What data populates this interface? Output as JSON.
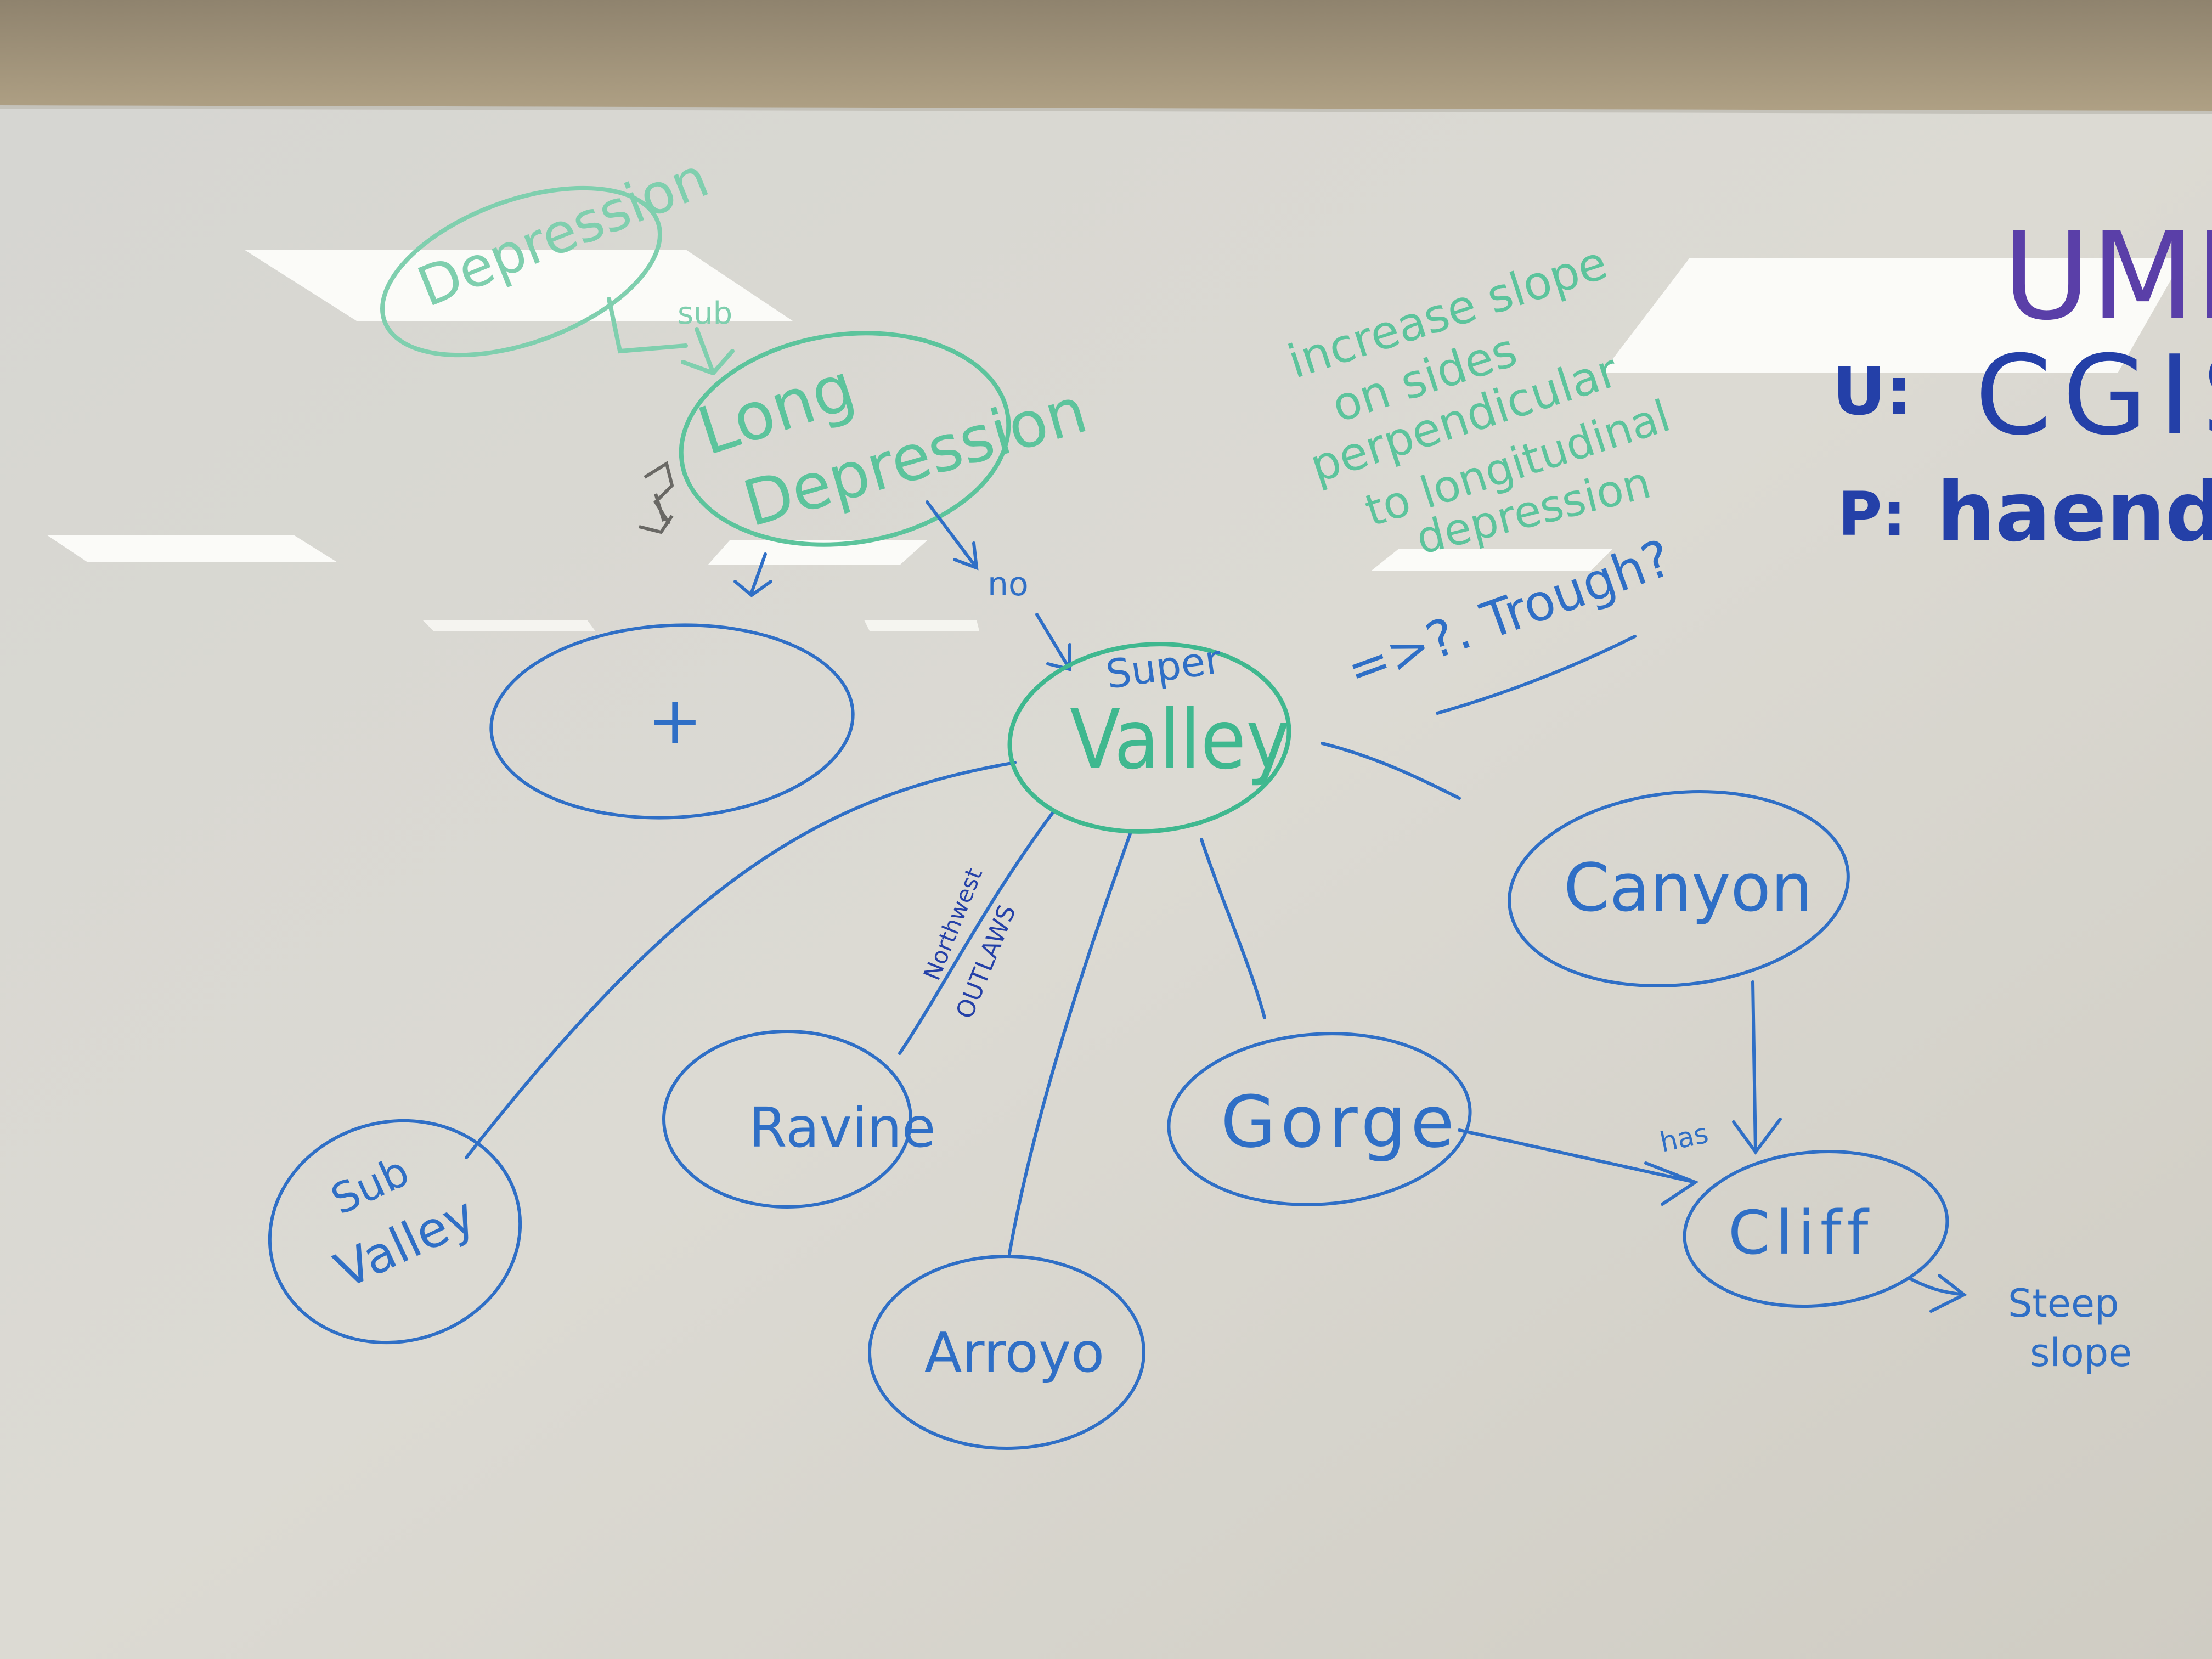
{
  "colors": {
    "wall": "#a39479",
    "board": "#d8d6cf",
    "board_edge": "#c4c2ba",
    "light": "#fbfbf8",
    "blue_marker": "#2f6fc6",
    "dark_blue_marker": "#2440a8",
    "purple_marker": "#5a3fa8",
    "green_marker": "#3fb88f",
    "green_marker_faded": "#7fcfae"
  },
  "board": {
    "top_left": {
      "depression": "Depression",
      "sub": "sub",
      "long_depression": [
        "Long",
        "Depression"
      ]
    },
    "note": [
      "increase slope",
      "on sides",
      "perpendicular",
      "to longitudinal",
      "depression"
    ],
    "side_panel": {
      "title": "UMD",
      "u_key": "U:",
      "u_value": "CGIS",
      "p_key": "P:",
      "p_value": "haendoins"
    },
    "center": {
      "super": "Super",
      "valley": "Valley",
      "arrow_label": "no",
      "trough": "=>?. Trough?"
    },
    "unknown_node": "+",
    "ravine_edge_label": [
      "Northwest",
      "OUTLAWS"
    ],
    "nodes": {
      "sub_valley": [
        "Sub",
        "Valley"
      ],
      "ravine": "Ravine",
      "arroyo": "Arroyo",
      "gorge": "Gorge",
      "canyon": "Canyon",
      "cliff": "Cliff"
    },
    "has_label": "has",
    "steep_slope": [
      "Steep",
      "slope"
    ]
  }
}
